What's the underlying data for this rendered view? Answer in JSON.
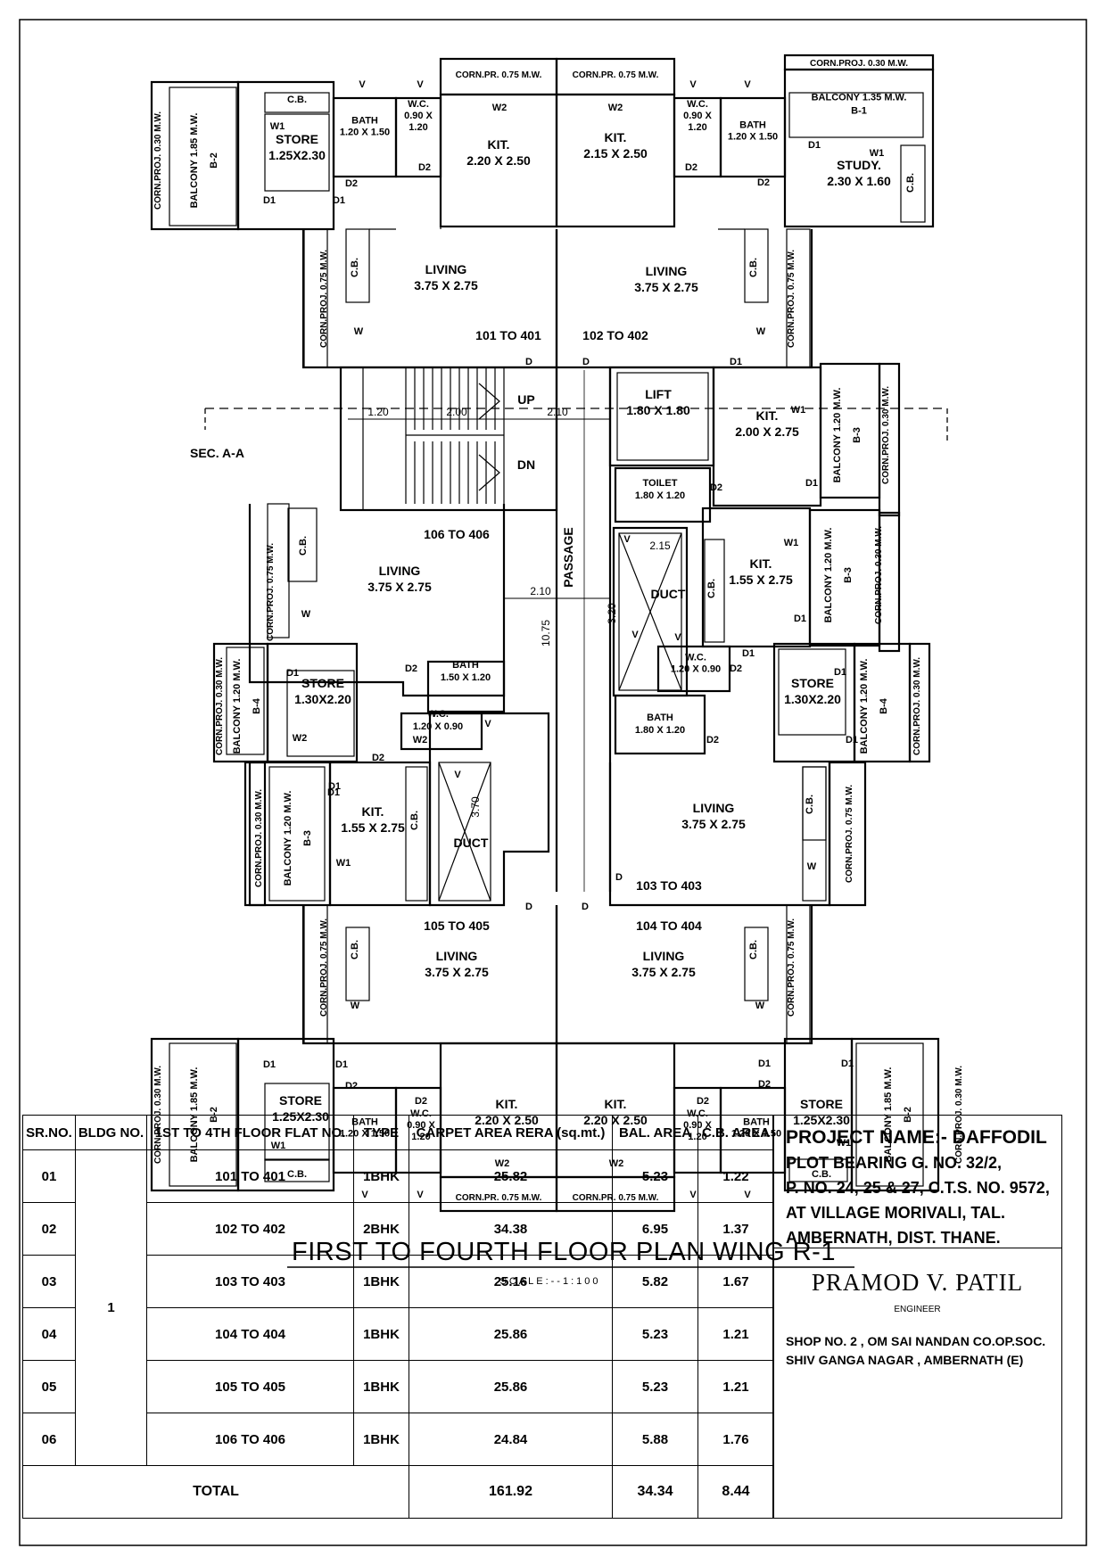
{
  "plan": {
    "title": "FIRST TO FOURTH FLOOR PLAN WING R-1",
    "scale": "SCALE:--1:100",
    "section_label": "SEC. A-A",
    "rooms": [
      {
        "id": "corn-proj-tl",
        "text": [
          "CORN.PROJ. 0.30 M.W."
        ]
      },
      {
        "id": "balcony-tl",
        "text": [
          "BALCONY 1.85 M.W.",
          "B-2"
        ]
      },
      {
        "id": "cb-tl",
        "text": [
          "C.B."
        ]
      },
      {
        "id": "store-tl",
        "text": [
          "STORE",
          "1.25X2.30"
        ]
      },
      {
        "id": "bath-tl",
        "text": [
          "BATH",
          "1.20 X 1.50"
        ]
      },
      {
        "id": "wc-tl",
        "text": [
          "W.C.",
          "0.90 X",
          "1.20"
        ]
      },
      {
        "id": "cornpr-tl",
        "text": [
          "CORN.PR. 0.75 M.W."
        ]
      },
      {
        "id": "kit-tl",
        "text": [
          "KIT.",
          "2.20 X 2.50"
        ]
      },
      {
        "id": "cornpr-tr",
        "text": [
          "CORN.PR. 0.75 M.W."
        ]
      },
      {
        "id": "kit-tr",
        "text": [
          "KIT.",
          "2.15 X 2.50"
        ]
      },
      {
        "id": "wc-tr",
        "text": [
          "W.C.",
          "0.90 X",
          "1.20"
        ]
      },
      {
        "id": "bath-tr",
        "text": [
          "BATH",
          "1.20 X 1.50"
        ]
      },
      {
        "id": "corn-proj-top",
        "text": [
          "CORN.PROJ. 0.30 M.W."
        ]
      },
      {
        "id": "balcony-b1",
        "text": [
          "BALCONY 1.35 M.W.",
          "B-1"
        ]
      },
      {
        "id": "study",
        "text": [
          "STUDY.",
          "2.30 X 1.60"
        ]
      },
      {
        "id": "cb-study",
        "text": [
          "C.B."
        ]
      },
      {
        "id": "cornproj-lt",
        "text": [
          "CORN.PROJ. 0.75 M.W."
        ]
      },
      {
        "id": "cb-living-tl",
        "text": [
          "C.B."
        ]
      },
      {
        "id": "living-101",
        "text": [
          "LIVING",
          "3.75 X 2.75"
        ]
      },
      {
        "id": "flat-101",
        "text": [
          "101 TO 401"
        ]
      },
      {
        "id": "flat-102",
        "text": [
          "102 TO 402"
        ]
      },
      {
        "id": "living-102",
        "text": [
          "LIVING",
          "3.75 X 2.75"
        ]
      },
      {
        "id": "cb-living-tr",
        "text": [
          "C.B."
        ]
      },
      {
        "id": "cornproj-rt",
        "text": [
          "CORN.PROJ. 0.75 M.W."
        ]
      },
      {
        "id": "stair-up",
        "text": [
          "UP"
        ]
      },
      {
        "id": "stair-dn",
        "text": [
          "DN"
        ]
      },
      {
        "id": "lift",
        "text": [
          "LIFT",
          "1.80 X 1.80"
        ]
      },
      {
        "id": "kit-r1",
        "text": [
          "KIT.",
          "2.00 X 2.75"
        ]
      },
      {
        "id": "balcony-b3-r",
        "text": [
          "BALCONY 1.20 M.W.",
          "B-3"
        ]
      },
      {
        "id": "cornproj-r3",
        "text": [
          "CORN.PROJ. 0.30 M.W."
        ]
      },
      {
        "id": "toilet",
        "text": [
          "TOILET",
          "1.80 X 1.20"
        ]
      },
      {
        "id": "passage",
        "text": [
          "PASSAGE"
        ]
      },
      {
        "id": "flat-106",
        "text": [
          "106 TO 406"
        ]
      },
      {
        "id": "living-106",
        "text": [
          "LIVING",
          "3.75 X 2.75"
        ]
      },
      {
        "id": "cb-106",
        "text": [
          "C.B."
        ]
      },
      {
        "id": "cornproj-l106",
        "text": [
          "CORN.PROJ. 0.75 M.W."
        ]
      },
      {
        "id": "duct-r",
        "text": [
          "DUCT"
        ]
      },
      {
        "id": "cb-kitr2",
        "text": [
          "C.B."
        ]
      },
      {
        "id": "kit-r2",
        "text": [
          "KIT.",
          "1.55 X 2.75"
        ]
      },
      {
        "id": "balcony-b3-r2",
        "text": [
          "BALCONY 1.20 M.W.",
          "B-3"
        ]
      },
      {
        "id": "cornproj-r4",
        "text": [
          "CORN.PROJ. 0.30 M.W."
        ]
      },
      {
        "id": "corn-proj-l4",
        "text": [
          "CORN.PROJ. 0.30 M.W."
        ]
      },
      {
        "id": "balcony-b4-l",
        "text": [
          "BALCONY 1.20 M.W.",
          "B-4"
        ]
      },
      {
        "id": "store-l",
        "text": [
          "STORE",
          "1.30X2.20"
        ]
      },
      {
        "id": "bath-l",
        "text": [
          "BATH",
          "1.50 X 1.20"
        ]
      },
      {
        "id": "wc-l",
        "text": [
          "W.C.",
          "1.20 X 0.90"
        ]
      },
      {
        "id": "wc-r",
        "text": [
          "W.C.",
          "1.20 X 0.90"
        ]
      },
      {
        "id": "bath-r",
        "text": [
          "BATH",
          "1.80 X 1.20"
        ]
      },
      {
        "id": "store-r",
        "text": [
          "STORE",
          "1.30X2.20"
        ]
      },
      {
        "id": "balcony-b4-r",
        "text": [
          "BALCONY 1.20 M.W.",
          "B-4"
        ]
      },
      {
        "id": "corn-proj-r5",
        "text": [
          "CORN.PROJ. 0.30 M.W."
        ]
      },
      {
        "id": "corn-proj-l5",
        "text": [
          "CORN.PROJ. 0.30 M.W."
        ]
      },
      {
        "id": "balcony-b3-l",
        "text": [
          "BALCONY 1.20 M.W.",
          "B-3"
        ]
      },
      {
        "id": "kit-l",
        "text": [
          "KIT.",
          "1.55 X 2.75"
        ]
      },
      {
        "id": "cb-kitl",
        "text": [
          "C.B."
        ]
      },
      {
        "id": "duct-l",
        "text": [
          "DUCT"
        ]
      },
      {
        "id": "living-103",
        "text": [
          "LIVING",
          "3.75 X 2.75"
        ]
      },
      {
        "id": "flat-103",
        "text": [
          "103 TO 403"
        ]
      },
      {
        "id": "cb-103",
        "text": [
          "C.B."
        ]
      },
      {
        "id": "cornproj-r103",
        "text": [
          "CORN.PROJ. 0.75 M.W."
        ]
      },
      {
        "id": "flat-105",
        "text": [
          "105 TO 405"
        ]
      },
      {
        "id": "flat-104",
        "text": [
          "104 TO 404"
        ]
      },
      {
        "id": "cornproj-lb",
        "text": [
          "CORN.PROJ. 0.75 M.W."
        ]
      },
      {
        "id": "cb-living-bl",
        "text": [
          "C.B."
        ]
      },
      {
        "id": "living-105",
        "text": [
          "LIVING",
          "3.75 X 2.75"
        ]
      },
      {
        "id": "living-104",
        "text": [
          "LIVING",
          "3.75 X 2.75"
        ]
      },
      {
        "id": "cb-living-br",
        "text": [
          "C.B."
        ]
      },
      {
        "id": "cornproj-rb",
        "text": [
          "CORN.PROJ. 0.75 M.W."
        ]
      },
      {
        "id": "corn-proj-bl",
        "text": [
          "CORN.PROJ. 0.30 M.W."
        ]
      },
      {
        "id": "balcony-bl",
        "text": [
          "BALCONY 1.85 M.W.",
          "B-2"
        ]
      },
      {
        "id": "store-bl",
        "text": [
          "STORE",
          "1.25X2.30"
        ]
      },
      {
        "id": "cb-bl",
        "text": [
          "C.B."
        ]
      },
      {
        "id": "bath-bl",
        "text": [
          "BATH",
          "1.20 X 1.50"
        ]
      },
      {
        "id": "wc-bl",
        "text": [
          "W.C.",
          "0.90 X",
          "1.20"
        ]
      },
      {
        "id": "kit-bl",
        "text": [
          "KIT.",
          "2.20 X 2.50"
        ]
      },
      {
        "id": "cornpr-bl",
        "text": [
          "CORN.PR. 0.75 M.W."
        ]
      },
      {
        "id": "kit-br",
        "text": [
          "KIT.",
          "2.20 X 2.50"
        ]
      },
      {
        "id": "cornpr-br",
        "text": [
          "CORN.PR. 0.75 M.W."
        ]
      },
      {
        "id": "wc-br",
        "text": [
          "W.C.",
          "0.90 X",
          "1.20"
        ]
      },
      {
        "id": "bath-br",
        "text": [
          "BATH",
          "1.20 X 1.50"
        ]
      },
      {
        "id": "store-br",
        "text": [
          "STORE",
          "1.25X2.30"
        ]
      },
      {
        "id": "cb-br",
        "text": [
          "C.B."
        ]
      },
      {
        "id": "balcony-br",
        "text": [
          "BALCONY 1.85 M.W.",
          "B-2"
        ]
      },
      {
        "id": "corn-proj-br",
        "text": [
          "CORN.PROJ. 0.30 M.W."
        ]
      }
    ],
    "dimensions": [
      {
        "id": "dim-120",
        "text": "1.20"
      },
      {
        "id": "dim-200",
        "text": "2.00"
      },
      {
        "id": "dim-210-top",
        "text": "2.10"
      },
      {
        "id": "dim-210-mid",
        "text": "2.10"
      },
      {
        "id": "dim-1075",
        "text": "10.75"
      },
      {
        "id": "dim-215",
        "text": "2.15"
      },
      {
        "id": "dim-320",
        "text": "3.20"
      },
      {
        "id": "dim-370",
        "text": "3.70"
      }
    ],
    "tags": [
      {
        "id": "t1",
        "text": "V"
      },
      {
        "id": "t2",
        "text": "V"
      },
      {
        "id": "t3",
        "text": "V"
      },
      {
        "id": "t4",
        "text": "V"
      },
      {
        "id": "t5",
        "text": "W1"
      },
      {
        "id": "t6",
        "text": "D2"
      },
      {
        "id": "t7",
        "text": "D1"
      },
      {
        "id": "t8",
        "text": "D1"
      },
      {
        "id": "t9",
        "text": "D2"
      },
      {
        "id": "t10",
        "text": "W2"
      },
      {
        "id": "t11",
        "text": "W2"
      },
      {
        "id": "t12",
        "text": "D2"
      },
      {
        "id": "t13",
        "text": "D2"
      },
      {
        "id": "t14",
        "text": "D1"
      },
      {
        "id": "t15",
        "text": "W1"
      },
      {
        "id": "t16",
        "text": "W"
      },
      {
        "id": "t17",
        "text": "W"
      },
      {
        "id": "t18",
        "text": "D"
      },
      {
        "id": "t19",
        "text": "D"
      },
      {
        "id": "t20",
        "text": "D1"
      },
      {
        "id": "t21",
        "text": "W1"
      },
      {
        "id": "t22",
        "text": "D1"
      },
      {
        "id": "t23",
        "text": "D2"
      },
      {
        "id": "t24",
        "text": "W"
      },
      {
        "id": "t25",
        "text": "V"
      },
      {
        "id": "t26",
        "text": "W1"
      },
      {
        "id": "t27",
        "text": "D1"
      },
      {
        "id": "t28",
        "text": "V"
      },
      {
        "id": "t29",
        "text": "V"
      },
      {
        "id": "t30",
        "text": "D1"
      },
      {
        "id": "t31",
        "text": "D2"
      },
      {
        "id": "t32",
        "text": "D1"
      },
      {
        "id": "t33",
        "text": "W2"
      },
      {
        "id": "t34",
        "text": "D2"
      },
      {
        "id": "t35",
        "text": "D1"
      },
      {
        "id": "t36",
        "text": "D2"
      },
      {
        "id": "t37",
        "text": "W2"
      },
      {
        "id": "t38",
        "text": "D2"
      },
      {
        "id": "t39",
        "text": "D1"
      },
      {
        "id": "t40",
        "text": "V"
      },
      {
        "id": "t41",
        "text": "D1"
      },
      {
        "id": "t42",
        "text": "D1"
      },
      {
        "id": "t43",
        "text": "W1"
      },
      {
        "id": "t44",
        "text": "V"
      },
      {
        "id": "t45",
        "text": "D"
      },
      {
        "id": "t46",
        "text": "W"
      },
      {
        "id": "t47",
        "text": "D"
      },
      {
        "id": "t48",
        "text": "D"
      },
      {
        "id": "t49",
        "text": "W"
      },
      {
        "id": "t50",
        "text": "W"
      },
      {
        "id": "t51",
        "text": "D1"
      },
      {
        "id": "t52",
        "text": "D1"
      },
      {
        "id": "t53",
        "text": "D2"
      },
      {
        "id": "t54",
        "text": "D2"
      },
      {
        "id": "t55",
        "text": "D2"
      },
      {
        "id": "t56",
        "text": "D2"
      },
      {
        "id": "t57",
        "text": "D1"
      },
      {
        "id": "t58",
        "text": "D1"
      },
      {
        "id": "t59",
        "text": "W1"
      },
      {
        "id": "t60",
        "text": "W2"
      },
      {
        "id": "t61",
        "text": "W2"
      },
      {
        "id": "t62",
        "text": "W1"
      },
      {
        "id": "t63",
        "text": "V"
      },
      {
        "id": "t64",
        "text": "V"
      },
      {
        "id": "t65",
        "text": "V"
      },
      {
        "id": "t66",
        "text": "V"
      }
    ]
  },
  "schedule": {
    "headers": [
      "SR.NO.",
      "BLDG NO.",
      "1ST TO 4TH FLOOR FLAT NO.",
      "TYPE",
      "CARPET AREA RERA (sq.mt.)",
      "BAL. AREA",
      "C.B. AREA"
    ],
    "bldg_no": "1",
    "rows": [
      {
        "sr": "01",
        "flat": "101 TO 401",
        "type": "1BHK",
        "carpet": "25.82",
        "bal": "5.23",
        "cb": "1.22"
      },
      {
        "sr": "02",
        "flat": "102 TO 402",
        "type": "2BHK",
        "carpet": "34.38",
        "bal": "6.95",
        "cb": "1.37"
      },
      {
        "sr": "03",
        "flat": "103 TO 403",
        "type": "1BHK",
        "carpet": "25.16",
        "bal": "5.82",
        "cb": "1.67"
      },
      {
        "sr": "04",
        "flat": "104 TO 404",
        "type": "1BHK",
        "carpet": "25.86",
        "bal": "5.23",
        "cb": "1.21"
      },
      {
        "sr": "05",
        "flat": "105 TO 405",
        "type": "1BHK",
        "carpet": "25.86",
        "bal": "5.23",
        "cb": "1.21"
      },
      {
        "sr": "06",
        "flat": "106 TO 406",
        "type": "1BHK",
        "carpet": "24.84",
        "bal": "5.88",
        "cb": "1.76"
      }
    ],
    "total_label": "TOTAL",
    "total_carpet": "161.92",
    "total_bal": "34.34",
    "total_cb": "8.44"
  },
  "project": {
    "title": "PROJECT NAME:- DAFFODIL",
    "address_lines": [
      "PLOT BEARING G. NO. 32/2,",
      "P. NO. 24, 25 & 27, C.T.S. NO. 9572,",
      "AT VILLAGE MORIVALI, TAL.",
      "AMBERNATH, DIST. THANE."
    ],
    "engineer_name": "PRAMOD V. PATIL",
    "engineer_role": "ENGINEER",
    "engineer_address": [
      "SHOP NO. 2 , OM SAI NANDAN CO.OP.SOC.",
      "SHIV GANGA NAGAR , AMBERNATH (E)"
    ]
  }
}
